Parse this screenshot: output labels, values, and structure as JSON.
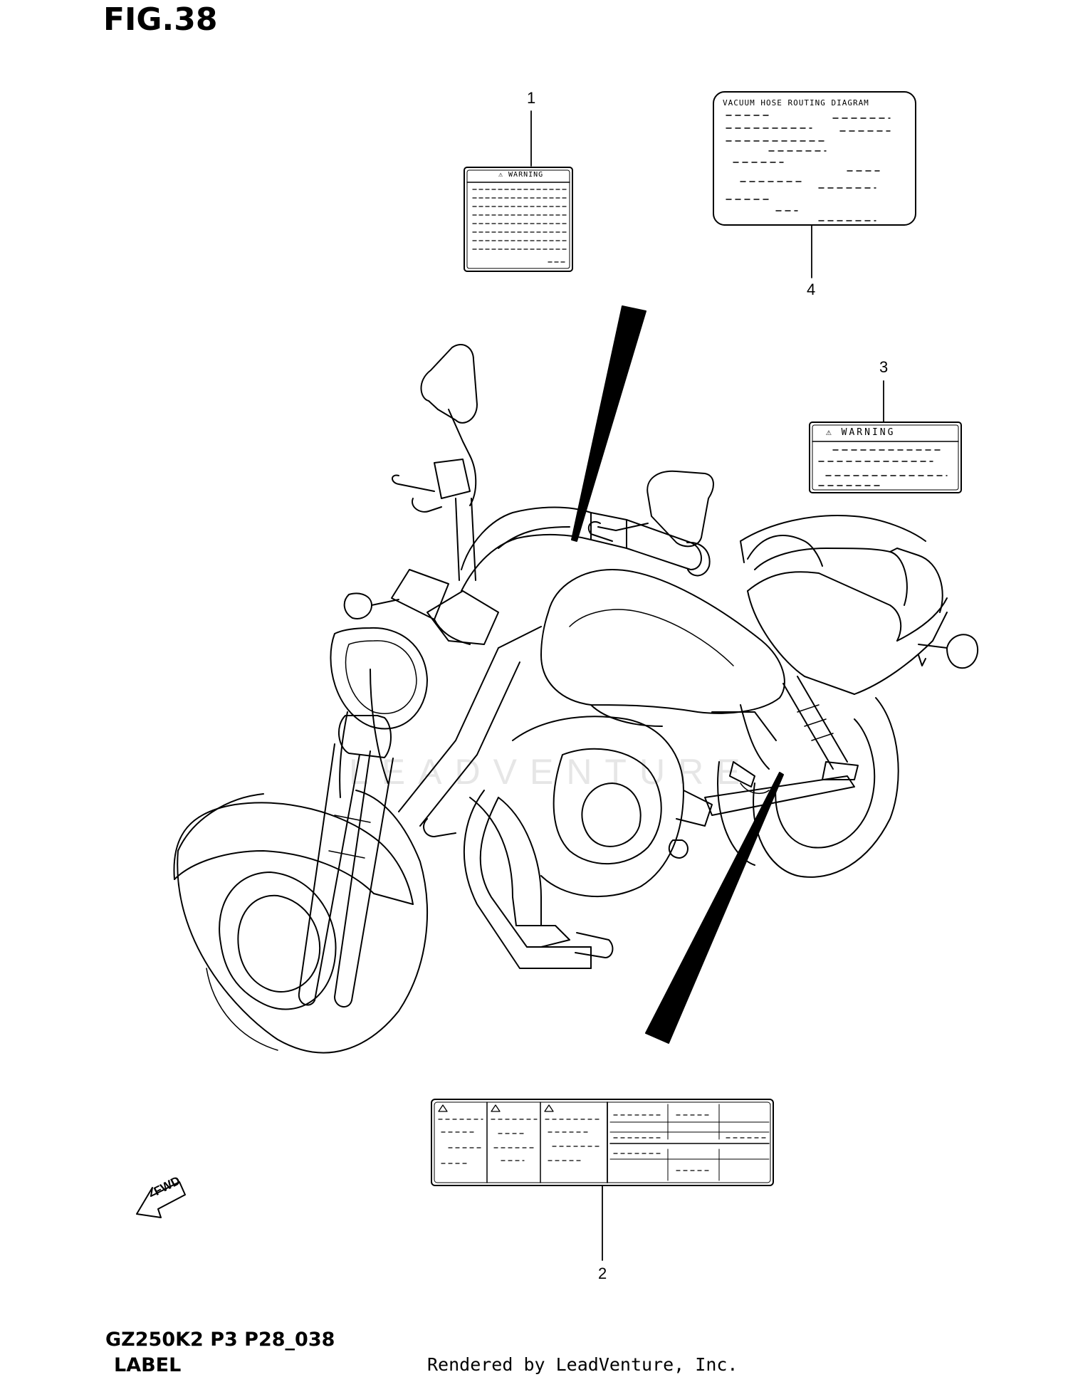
{
  "figure": {
    "title": "FIG.38",
    "model_code": "GZ250K2 P3 P28_038",
    "section_name": "LABEL",
    "rendered_by": "Rendered by LeadVenture, Inc.",
    "watermark": "LEADVENTURE"
  },
  "callouts": [
    {
      "id": "1",
      "label": "1"
    },
    {
      "id": "2",
      "label": "2"
    },
    {
      "id": "3",
      "label": "3"
    },
    {
      "id": "4",
      "label": "4"
    }
  ],
  "labels": {
    "label_1_heading": "⚠ WARNING",
    "label_3_heading": "⚠ WARNING",
    "label_4_heading": "VACUUM HOSE ROUTING DIAGRAM"
  },
  "direction_arrow": "FWD",
  "colors": {
    "line": "#000000",
    "background": "#ffffff",
    "watermark": "#e6e6e6"
  }
}
